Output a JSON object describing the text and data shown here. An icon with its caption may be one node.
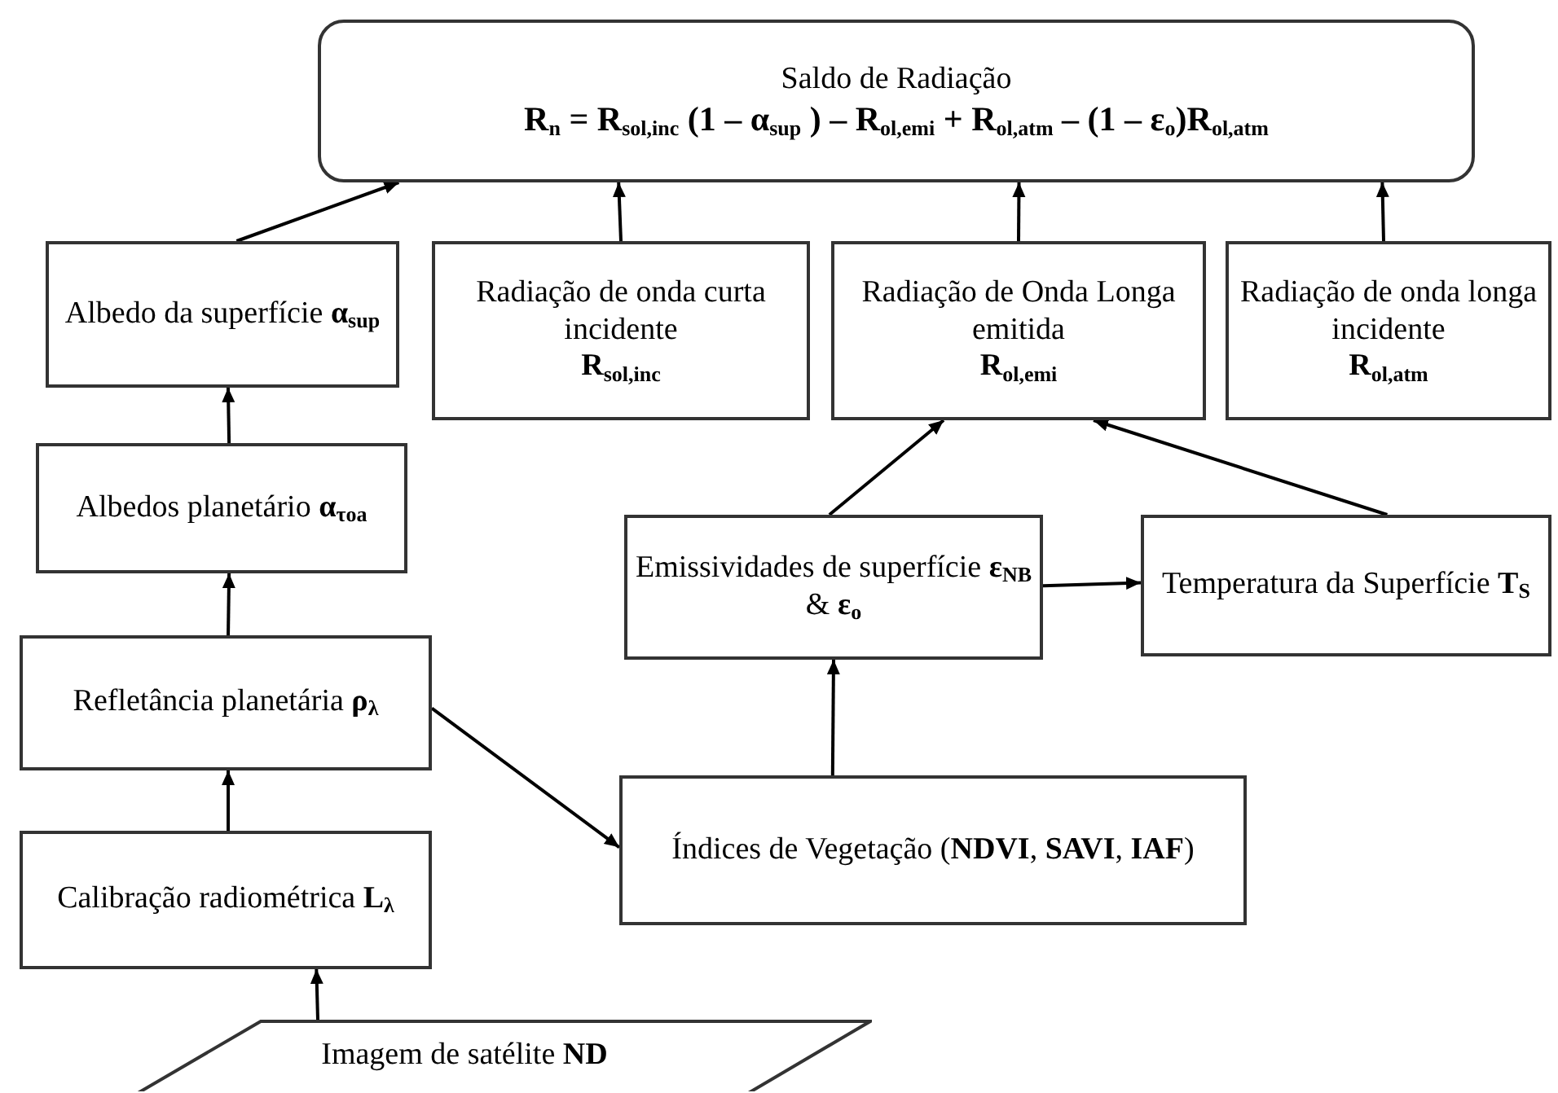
{
  "diagram": {
    "nodes": [
      {
        "text": [
          "Saldo de Radiação",
          "R$_{n}$ = R$_{sol,inc}$ (1 – α$_{sup}$ ) – R$_{ol,emi}$ + R$_{ol,atm}$ – (1 – ε$_{o}$)R$_{ol,atm}$"
        ]
      },
      {
        "text": [
          "Albedo da superfície **α**$_{sup}$"
        ]
      },
      {
        "text": [
          "Radiação de onda curta incidente",
          "**R**$_{sol,inc}$"
        ]
      },
      {
        "text": [
          "Radiação de Onda Longa emitida",
          "**R**$_{ol,emi}$"
        ]
      },
      {
        "text": [
          "Radiação de onda longa incidente",
          "**R**$_{ol,atm}$"
        ]
      },
      {
        "text": [
          "Albedos planetário **α**$_{τoa}$"
        ]
      },
      {
        "text": [
          "Emissividades de superfície **ε**$_{NB}$ & **ε**$_{o}$"
        ]
      },
      {
        "text": [
          "Temperatura da Superfície **T**$_{S}$"
        ]
      },
      {
        "text": [
          "Refletância planetária **ρ**$_{λ}$"
        ]
      },
      {
        "text": [
          "Índices de Vegetação (**NDVI**, **SAVI**, **IAF**)"
        ]
      },
      {
        "text": [
          "Calibração radiométrica **L**$_{λ}$"
        ]
      },
      {
        "text": [
          "Imagem de satélite **ND**"
        ]
      }
    ],
    "edges": [
      {
        "from": 1,
        "to": 0,
        "arrow": "to"
      },
      {
        "from": 2,
        "to": 0,
        "arrow": "to"
      },
      {
        "from": 3,
        "to": 0,
        "arrow": "to"
      },
      {
        "from": 4,
        "to": 0,
        "arrow": "to"
      },
      {
        "from": 5,
        "to": 1,
        "arrow": "to"
      },
      {
        "from": 8,
        "to": 5,
        "arrow": "to"
      },
      {
        "from": 10,
        "to": 8,
        "arrow": "to"
      },
      {
        "from": 11,
        "to": 10,
        "arrow": "to"
      },
      {
        "from": 8,
        "to": 9,
        "arrow": "to"
      },
      {
        "from": 9,
        "to": 6,
        "arrow": "to"
      },
      {
        "from": 6,
        "to": 7,
        "arrow": "to"
      },
      {
        "from": 6,
        "to": 3,
        "arrow": "to"
      },
      {
        "from": 7,
        "to": 3,
        "arrow": "to"
      }
    ]
  }
}
